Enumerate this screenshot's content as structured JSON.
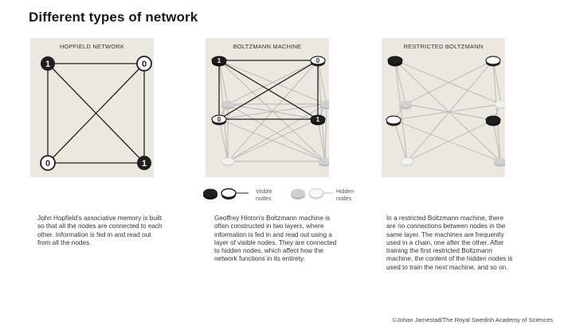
{
  "title": "Different types of network",
  "panels": [
    {
      "title": "HOPFIELD NETWORK"
    },
    {
      "title": "BOLTZMANN MACHINE"
    },
    {
      "title": "RESTRICTED BOLTZMANN"
    }
  ],
  "node_labels": {
    "one": "1",
    "zero": "0"
  },
  "legend": {
    "visible": "Visible nodes",
    "hidden": "Hidden nodes"
  },
  "descriptions": {
    "hopfield": "John Hopfield's associative memory is built so that all the nodes are connected to each other. Information is fed in and read out from all the nodes.",
    "boltzmann": "Geoffrey Hinton's Boltzmann machine is often constructed in two layers, where information is fed in and read out using a layer of visible nodes. They are connected to hidden nodes, which affect how the network functions in its entirety.",
    "restricted": "In a restricted Boltzmann machine, there are no connections between nodes in the same layer. The machines are frequently used in a chain, one after the other. After training the first restricted Boltzmann machine, the content of the hidden nodes is used to train the next machine, and so on."
  },
  "credit": "©Johan Jarnestad/The Royal Swedish Academy of Sciences",
  "colors": {
    "panel_bg": "#ebe8e0",
    "node_dark": "#1f1f1f",
    "edge_grey": "#b5b5b5",
    "hidden_node": "#d0d0d0"
  }
}
